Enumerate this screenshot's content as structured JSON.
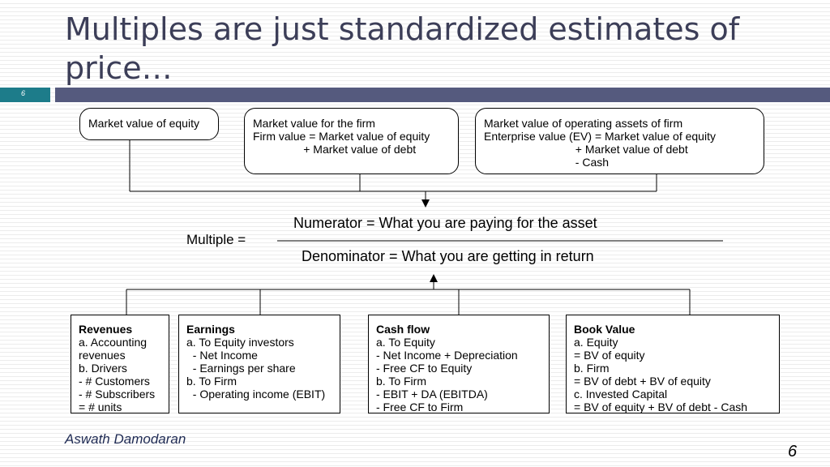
{
  "slide": {
    "title": "Multiples are just standardized estimates of price…",
    "small_slide_number": "6",
    "author": "Aswath Damodaran",
    "page_number": "6"
  },
  "top_boxes": [
    {
      "lines": [
        "Market value of equity"
      ]
    },
    {
      "lines": [
        "Market value for the firm",
        "Firm value = Market value of equity",
        "                + Market value of debt"
      ]
    },
    {
      "lines": [
        "Market value of operating assets of firm",
        "Enterprise value (EV) = Market value of equity",
        "                             + Market value of debt",
        "                             - Cash"
      ]
    }
  ],
  "formula": {
    "label": "Multiple =",
    "numerator": "Numerator = What you are paying for the asset",
    "denominator": "Denominator = What you are getting in return"
  },
  "bottom_boxes": [
    {
      "heading": "Revenues",
      "lines": [
        "a. Accounting",
        "revenues",
        "b. Drivers",
        "- # Customers",
        "- # Subscribers",
        "= # units"
      ]
    },
    {
      "heading": "Earnings",
      "lines": [
        "a. To Equity investors",
        "  - Net Income",
        "  - Earnings per share",
        "b. To Firm",
        "  - Operating income (EBIT)"
      ]
    },
    {
      "heading": "Cash flow",
      "lines": [
        "a. To Equity",
        "- Net Income + Depreciation",
        "- Free CF to Equity",
        "b. To Firm",
        "- EBIT + DA (EBITDA)",
        "- Free CF to Firm"
      ]
    },
    {
      "heading": "Book Value",
      "lines": [
        "a. Equity",
        "= BV of equity",
        "b. Firm",
        "= BV of debt + BV of equity",
        "c. Invested Capital",
        "= BV of equity + BV of debt - Cash"
      ]
    }
  ]
}
